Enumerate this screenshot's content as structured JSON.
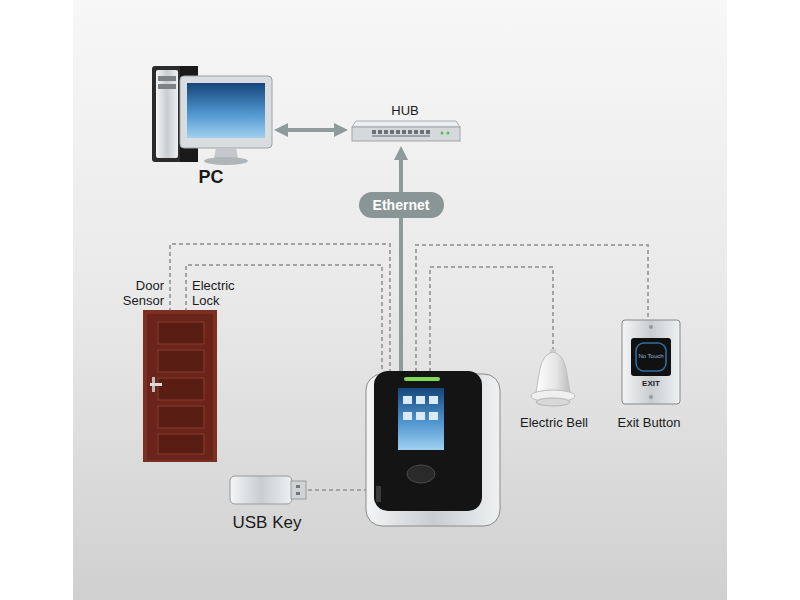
{
  "diagram": {
    "nodes": [
      {
        "text": [
          "PC"
        ]
      },
      {
        "text": [
          "HUB"
        ]
      },
      {
        "text": [
          "Ethernet"
        ]
      },
      {
        "text": [
          "Door Sensor",
          "Electric Lock"
        ]
      },
      {
        "text": [
          "Electric Bell"
        ]
      },
      {
        "text": [
          "Exit Button"
        ]
      },
      {
        "text": [
          "USB Key"
        ]
      }
    ],
    "edges": [
      {
        "from": 0,
        "to": 1,
        "arrow": "both"
      },
      {
        "from": 2,
        "to": 1,
        "arrow": "to"
      }
    ],
    "labels": [
      "No Touch",
      "EXIT"
    ]
  }
}
